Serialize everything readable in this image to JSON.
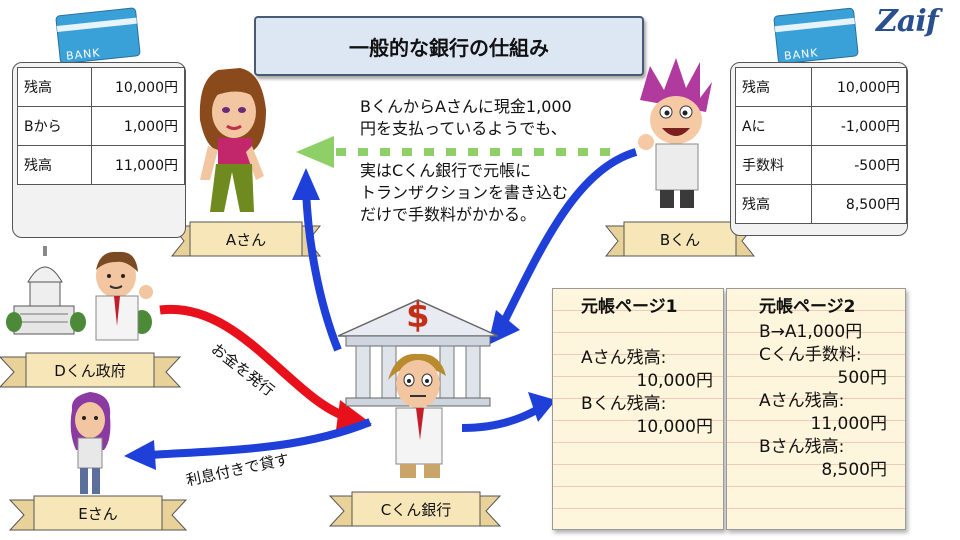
{
  "title": "一般的な銀行の仕組み",
  "logo": "Zaif",
  "bank_card_label": "BANK",
  "a_account": {
    "rows": [
      {
        "label": "残高",
        "value": "10,000円"
      },
      {
        "label": "Bから",
        "value": "1,000円"
      },
      {
        "label": "残高",
        "value": "11,000円"
      }
    ]
  },
  "b_account": {
    "rows": [
      {
        "label": "残高",
        "value": "10,000円"
      },
      {
        "label": "Aに",
        "value": "-1,000円"
      },
      {
        "label": "手数料",
        "value": "-500円"
      },
      {
        "label": "残高",
        "value": "8,500円"
      }
    ]
  },
  "note": {
    "line1": "BくんからAさんに現金1,000",
    "line2": "円を支払っているようでも、",
    "line3": "実はCくん銀行で元帳に",
    "line4": "トランザクションを書き込む",
    "line5": "だけで手数料がかかる。"
  },
  "labels": {
    "a": "Aさん",
    "b": "Bくん",
    "c": "Cくん銀行",
    "d": "Dくん政府",
    "e": "Eさん"
  },
  "arrows": {
    "issue": "お金を発行",
    "lend": "利息付きで貸す"
  },
  "bank_symbol": "$",
  "ledger1": {
    "title": "元帳ページ1",
    "lines": [
      "Aさん残高:",
      "10,000円",
      "Bくん残高:",
      "10,000円"
    ]
  },
  "ledger2": {
    "title": "元帳ページ2",
    "lines": [
      "B→A1,000円",
      "Cくん手数料:",
      "500円",
      "Aさん残高:",
      "11,000円",
      "Bさん残高:",
      "8,500円"
    ]
  },
  "colors": {
    "blue_arrow": "#1f3fd9",
    "red_arrow": "#e8101a",
    "green_arrow": "#8fcf67",
    "banner": "#f7e6b8"
  }
}
